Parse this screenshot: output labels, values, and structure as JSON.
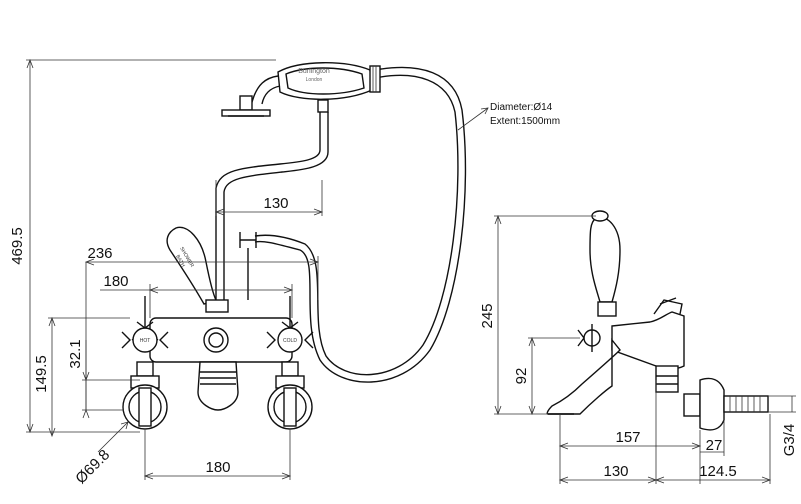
{
  "dimensions": {
    "height_total": "469.5",
    "hose_spacing": "130",
    "width_236": "236",
    "width_180_top": "180",
    "height_149": "149.5",
    "height_32": "32.1",
    "diameter_flange": "Ø69.8",
    "width_180_bottom": "180",
    "side_height_245": "245",
    "side_height_92": "92",
    "side_depth_157": "157",
    "side_depth_27": "27",
    "side_depth_130": "130",
    "side_depth_124": "124.5",
    "thread": "G3/4"
  },
  "hose_note": {
    "diameter": "Diameter:Ø14",
    "extent": "Extent:1500mm"
  },
  "handset_brand": {
    "line1": "Burlington",
    "line2": "London"
  },
  "lever_label": {
    "line1": "SHOWER",
    "line2": "BATH"
  },
  "tap_labels": {
    "hot": "HOT",
    "cold": "COLD"
  }
}
